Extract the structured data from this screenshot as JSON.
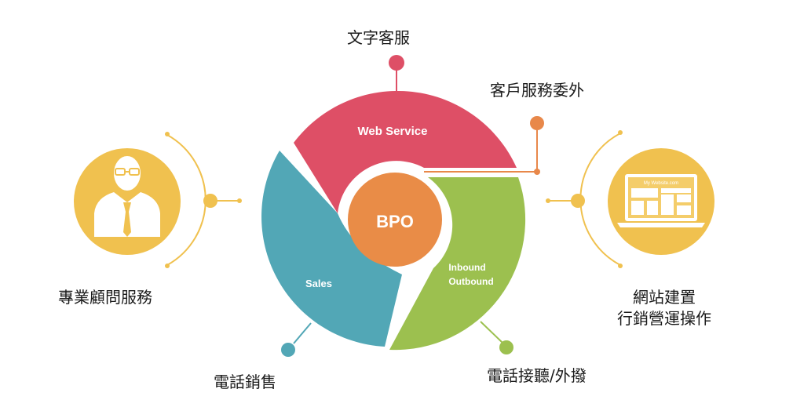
{
  "center": {
    "label": "BPO"
  },
  "segments": [
    {
      "id": "web",
      "label": "Web Service",
      "color": "#de4f66"
    },
    {
      "id": "sales",
      "label": "Sales",
      "color": "#52a7b6"
    },
    {
      "id": "inbound",
      "label_line1": "Inbound",
      "label_line2": "Outbound",
      "color": "#9cc04f"
    }
  ],
  "center_color": "#e98c47",
  "accent_colors": {
    "yellow": "#f0c14f",
    "orange": "#e8884a"
  },
  "services": {
    "text_support": "文字客服",
    "outsourcing": "客戶服務委外",
    "consulting": "專業顧問服務",
    "telesales": "電話銷售",
    "phone_support": "電話接聽/外撥",
    "web_build_line1": "網站建置",
    "web_build_line2": "行銷營運操作"
  },
  "website_mock": {
    "title": "My Website.com"
  }
}
